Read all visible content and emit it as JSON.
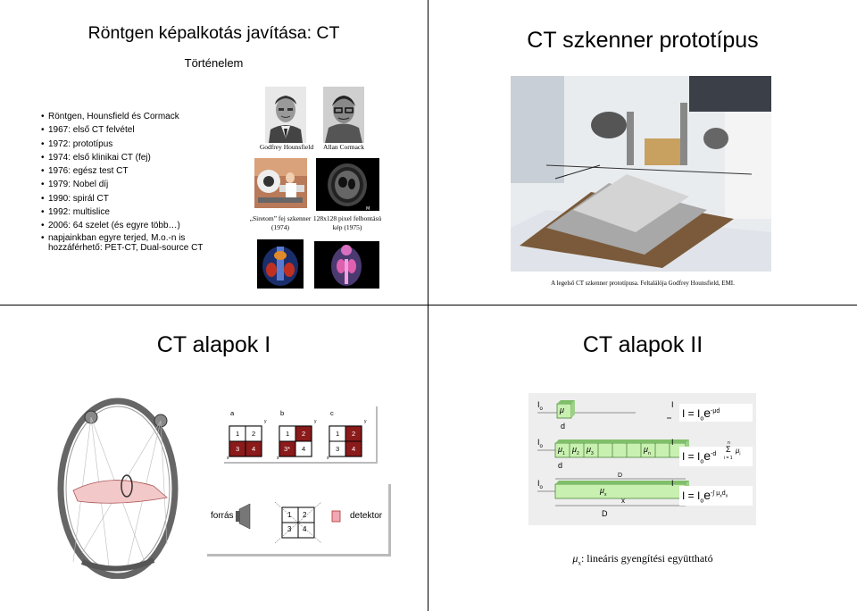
{
  "slides": {
    "s1": {
      "title": "Röntgen képalkotás javítása: CT",
      "subtitle": "Történelem",
      "bullets": [
        "Röntgen, Hounsfield és Cormack",
        "1967: első CT felvétel",
        "1972: prototípus",
        "1974: első klinikai CT (fej)",
        "1976: egész test CT",
        "1979: Nobel díj",
        "1990: spirál CT",
        "1992: multislice",
        "2006: 64 szelet (és egyre több…)",
        "napjainkban egyre terjed, M.o.-n is hozzáférhető: PET-CT, Dual-source CT"
      ],
      "captions": {
        "hounsfield": "Godfrey Hounsfield",
        "cormack": "Allan Cormack",
        "siretom": "„Siretom” fej szkenner (1974)",
        "pixel": "128x128 pixel felbontású kép (1975)"
      }
    },
    "s2": {
      "title": "CT szkenner prototípus",
      "caption": "A legelső CT szkenner prototípusa. Feltalálója Godfrey Hounsfield, EMI."
    },
    "s3": {
      "title": "CT alapok I",
      "grid_labels": [
        "a",
        "b",
        "c"
      ],
      "cells": {
        "a": [
          "1",
          "2",
          "3",
          "4"
        ],
        "b": [
          "1",
          "2",
          "3*",
          "4"
        ],
        "c": [
          "1",
          "2",
          "3",
          "4"
        ]
      },
      "axis_y": "y",
      "axis_x": "x",
      "forras": "forrás",
      "detektor": "detektor",
      "det_cells": [
        "1",
        "2",
        "3",
        "4"
      ]
    },
    "s4": {
      "title": "CT alapok II",
      "row1": {
        "i0": "I",
        "i0_sub": "o",
        "mu": "μ",
        "d": "d",
        "i": "I",
        "eq_main": "I = I",
        "eq_sub": "o",
        "eq_e": "e",
        "eq_exp": "-μd"
      },
      "row2": {
        "i0": "I",
        "i0_sub": "o",
        "mus": [
          "μ",
          "μ",
          "μ"
        ],
        "mu_subs": [
          "1",
          "2",
          "3"
        ],
        "mun": "μ",
        "mun_sub": "n",
        "d": "d",
        "i": "I",
        "eq_main": "I = I",
        "eq_sub": "o",
        "eq_e": "e",
        "eq_exp": "-d",
        "sigma": "Σ",
        "sig_top": "n",
        "sig_bot": "i = 1",
        "mu_i": "μ",
        "mu_i_sub": "i"
      },
      "row3": {
        "i0": "I",
        "i0_sub": "o",
        "D_top": "D",
        "mux": "μ",
        "mux_sub": "x",
        "x": "x",
        "D_bot": "D",
        "i": "I",
        "eq_main": "I = I",
        "eq_sub": "o",
        "eq_e": "e",
        "eq_exp": "-∫ μ",
        "eq_exp_sub": "x",
        "eq_exp2": "d",
        "eq_exp2_sub": "x"
      },
      "footnote_mu": "μ",
      "footnote_sub": "x",
      "footnote_text": ": lineáris gyengítési együttható"
    }
  },
  "colors": {
    "dark_red": "#8b1a1a",
    "pink": "#e88a9b",
    "green_light": "#c8f0b0",
    "green_dark": "#7fbf6a",
    "panel_gray": "#eeeeee"
  }
}
